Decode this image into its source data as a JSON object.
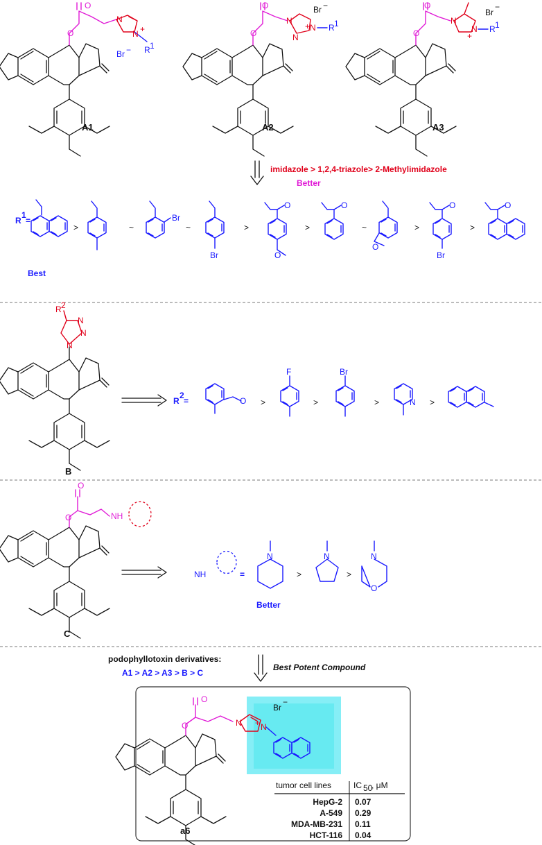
{
  "compounds": {
    "A1": "A1",
    "A2": "A2",
    "A3": "A3",
    "B": "B",
    "C": "C",
    "a6": "a6"
  },
  "atoms": {
    "O": "O",
    "N": "N",
    "N_plus": "N",
    "plus": "+",
    "Br_minus": "Br",
    "minus": "−",
    "R1": "R",
    "sup1": "1",
    "R2": "R",
    "sup2": "2",
    "Br": "Br",
    "F": "F",
    "NH": "NH"
  },
  "sectionA": {
    "heterocycle_order": "imidazole > 1,2,4-triazole> 2-Methylimidazole",
    "better": "Better",
    "r1_label": "R",
    "r1_sup": "1",
    "r1_eq": "=",
    "best": "Best",
    "order_symbols": [
      ">",
      "~",
      "~",
      ">",
      ">",
      "~",
      ">",
      ">"
    ]
  },
  "sectionB": {
    "r2_label": "R",
    "r2_sup": "2",
    "r2_eq": "=",
    "order_symbols": [
      ">",
      ">",
      ">",
      ">"
    ]
  },
  "sectionC": {
    "nh": "NH",
    "eq": "=",
    "order_symbols": [
      ">",
      ">"
    ],
    "better": "Better"
  },
  "summary": {
    "title": "podophyllotoxin derivatives:",
    "ranking": "A1 > A2 > A3 > B > C",
    "best_compound": "Best Potent Compound"
  },
  "ic50_table": {
    "col1": "tumor cell lines",
    "col2_prefix": "IC",
    "col2_sub": "50",
    "col2_suffix": ", μM",
    "rows": [
      {
        "cell": "HepG-2",
        "ic50": "0.07"
      },
      {
        "cell": "A-549",
        "ic50": "0.29"
      },
      {
        "cell": "MDA-MB-231",
        "ic50": "0.11"
      },
      {
        "cell": "HCT-116",
        "ic50": "0.04"
      }
    ]
  },
  "colors": {
    "black": "#111111",
    "blue": "#1a1aff",
    "red": "#e0001a",
    "magenta": "#e01ad6",
    "cyan": "#22e0ee"
  }
}
